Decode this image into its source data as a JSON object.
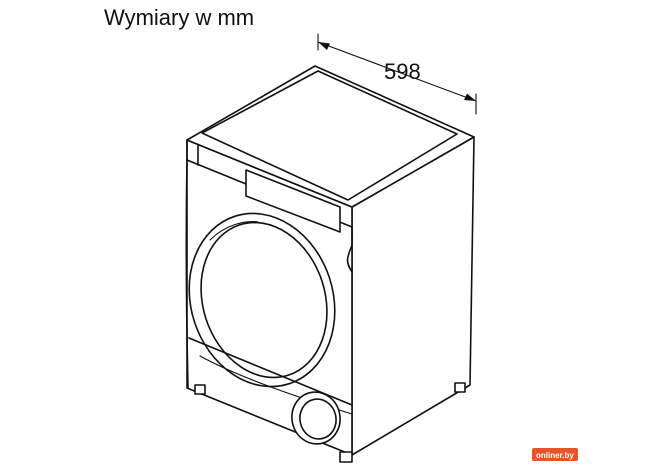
{
  "title": "Wymiary w mm",
  "dimensions": {
    "width_label": "598"
  },
  "watermark": {
    "text": "onliner.by",
    "color": "#e8542a"
  }
}
